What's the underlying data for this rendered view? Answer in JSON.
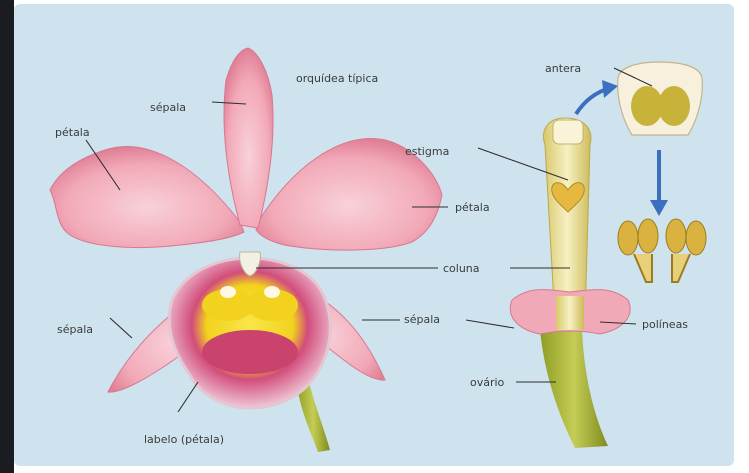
{
  "colors": {
    "background": "#cfe3ee",
    "petal": "#f2a9b7",
    "petal_dark": "#e07f96",
    "lip_magenta": "#c9436d",
    "lip_yellow": "#f2d21e",
    "stem": "#a8b43a",
    "column": "#f0e6a2",
    "arrow": "#3c6fbe",
    "pollinia": "#d9b240"
  },
  "labels": {
    "orquidea_tipica": "orquídea típica",
    "sepala_top": "sépala",
    "petala_left": "pétala",
    "petala_right": "pétala",
    "sepala_left": "sépala",
    "sepala_right": "sépala",
    "labelo": "labelo (pétala)",
    "estigma": "estigma",
    "coluna": "coluna",
    "antera": "antera",
    "polineas": "políneas",
    "ovario": "ovário"
  },
  "icons": {
    "arrow_curved": "curved-arrow-icon",
    "arrow_down": "down-arrow-icon"
  }
}
